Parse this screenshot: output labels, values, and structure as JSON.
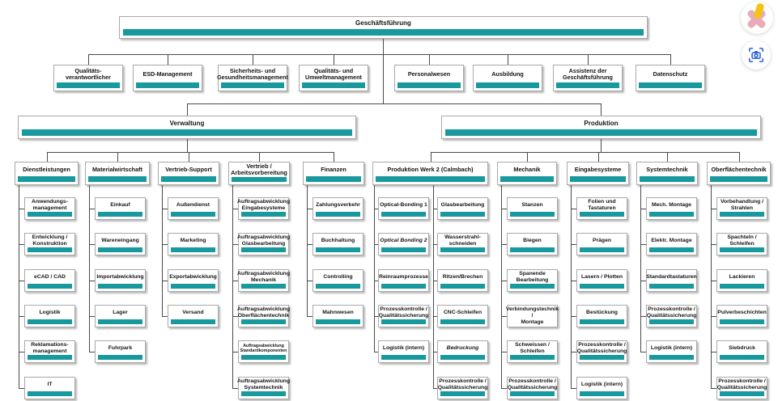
{
  "colors": {
    "teal": "#17999E",
    "connector": "#4a4a4a",
    "screenshot_icon_blue": "#2A62D9",
    "bandaid_pink": "#E9ABB8",
    "bandaid_yellow": "#F4C414"
  },
  "overlay": {
    "buttons": [
      {
        "icon": "bandaid-cross-icon"
      },
      {
        "icon": "screenshot-camera-icon"
      }
    ]
  },
  "org_chart": {
    "root": {
      "label": "Geschäftsführung"
    },
    "staff_row": [
      {
        "label": "Qualitäts-\nverantwortlicher"
      },
      {
        "label": "ESD-Management"
      },
      {
        "label": "Sicherheits- und\nGesundheitsmanagement"
      },
      {
        "label": "Qualitäts- und\nUmweltmanagement"
      },
      {
        "label": "Personalwesen"
      },
      {
        "label": "Ausbildung"
      },
      {
        "label": "Assistenz der\nGeschäftsführung"
      },
      {
        "label": "Datenschutz"
      }
    ],
    "divisions": [
      {
        "label": "Verwaltung",
        "departments": [
          {
            "label": "Dienstleistungen",
            "units": [
              {
                "label": "Anwendungs-\nmanagement"
              },
              {
                "label": "Entwicklung /\nKonstruktion"
              },
              {
                "label": "eCAD / CAD"
              },
              {
                "label": "Logistik"
              },
              {
                "label": "Reklamations-\nmanagement"
              },
              {
                "label": "IT"
              }
            ]
          },
          {
            "label": "Materialwirtschaft",
            "units": [
              {
                "label": "Einkauf"
              },
              {
                "label": "Wareneingang"
              },
              {
                "label": "Importabwicklung"
              },
              {
                "label": "Lager"
              },
              {
                "label": "Fuhrpark"
              }
            ]
          },
          {
            "label": "Vertrieb-Support",
            "units": [
              {
                "label": "Außendienst"
              },
              {
                "label": "Marketing"
              },
              {
                "label": "Exportabwicklung"
              },
              {
                "label": "Versand"
              }
            ]
          },
          {
            "label": "Vertrieb /\nArbeitsvorbereitung",
            "units": [
              {
                "label": "Auftragsabwicklung\nEingabesysteme"
              },
              {
                "label": "Auftragsabwicklung\nGlasbearbeitung"
              },
              {
                "label": "Auftragsabwicklung\nMechanik"
              },
              {
                "label": "Auftragsabwicklung\nOberflächentechnik"
              },
              {
                "label": "Auftragsabwicklung\nStandardkomponenten",
                "small": true
              },
              {
                "label": "Auftragsabwicklung\nSystemtechnik"
              }
            ]
          },
          {
            "label": "Finanzen",
            "units": [
              {
                "label": "Zahlungsverkehr"
              },
              {
                "label": "Buchhaltung"
              },
              {
                "label": "Controlling"
              },
              {
                "label": "Mahnwesen"
              }
            ]
          }
        ]
      },
      {
        "label": "Produktion",
        "departments": [
          {
            "label": "Produktion Werk 2 (Calmbach)",
            "unit_columns": [
              {
                "units": [
                  {
                    "label": "Optical-Bonding 1"
                  },
                  {
                    "label": "Optical Bonding 2",
                    "italic": true
                  },
                  {
                    "label": "Reinraumprozesse"
                  },
                  {
                    "label": "Prozesskontrolle /\nQualitätssicherung"
                  },
                  {
                    "label": "Logistik (intern)"
                  }
                ]
              },
              {
                "units": [
                  {
                    "label": "Glasbearbeitung"
                  },
                  {
                    "label": "Wasserstrahl-\nschneiden"
                  },
                  {
                    "label": "Ritzen/Brechen"
                  },
                  {
                    "label": "CNC-Schleifen"
                  },
                  {
                    "label": "Bedruckung",
                    "italic": true
                  },
                  {
                    "label": "Prozesskontrolle /\nQualitätssicherung"
                  }
                ]
              }
            ]
          },
          {
            "label": "Mechanik",
            "units": [
              {
                "label": "Stanzen"
              },
              {
                "label": "Biegen"
              },
              {
                "label": "Spanende\nBearbeitung"
              },
              {
                "label": "Verbindungstechnik /\nMontage"
              },
              {
                "label": "Schweissen /\nSchleifen"
              },
              {
                "label": "Prozesskontrolle /\nQualitätssicherung"
              }
            ]
          },
          {
            "label": "Eingabesysteme",
            "units": [
              {
                "label": "Folien und Tastaturen"
              },
              {
                "label": "Prägen"
              },
              {
                "label": "Lasern / Plotten"
              },
              {
                "label": "Bestückung"
              },
              {
                "label": "Prozesskontrolle /\nQualitätssicherung"
              },
              {
                "label": "Logistik (intern)"
              }
            ]
          },
          {
            "label": "Systemtechnik",
            "units": [
              {
                "label": "Mech. Montage"
              },
              {
                "label": "Elektr. Montage"
              },
              {
                "label": "Standardtastaturen"
              },
              {
                "label": "Prozesskontrolle /\nQualitätssicherung"
              },
              {
                "label": "Logistik (intern)"
              }
            ]
          },
          {
            "label": "Oberflächentechnik",
            "units": [
              {
                "label": "Vorbehandlung /\nStrahlen"
              },
              {
                "label": "Spachteln / Schleifen"
              },
              {
                "label": "Lackieren"
              },
              {
                "label": "Pulverbeschichten"
              },
              {
                "label": "Siebdruck"
              },
              {
                "label": "Prozesskontrolle /\nQualitätssicherung"
              }
            ]
          }
        ]
      }
    ]
  }
}
